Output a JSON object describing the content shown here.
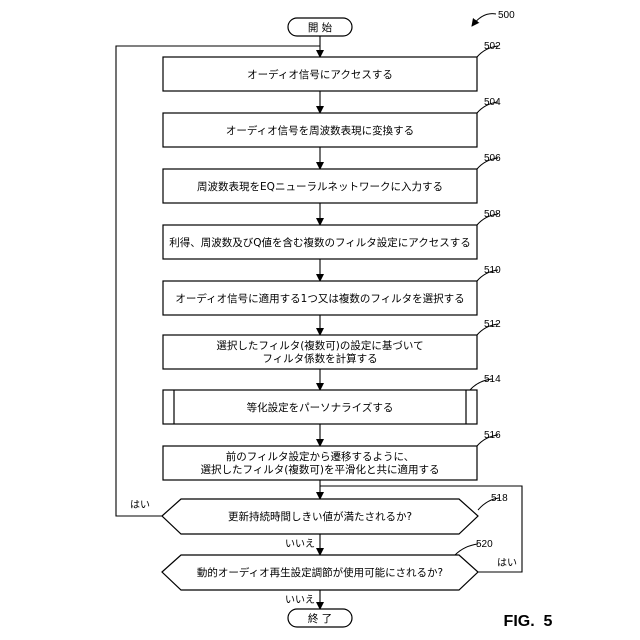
{
  "figure": {
    "number": "500",
    "caption": "FIG.  5"
  },
  "start": "開  始",
  "end": "終  了",
  "steps": [
    {
      "ref": "502",
      "lines": [
        "オーディオ信号にアクセスする"
      ]
    },
    {
      "ref": "504",
      "lines": [
        "オーディオ信号を周波数表現に変換する"
      ]
    },
    {
      "ref": "506",
      "lines": [
        "周波数表現をEQニューラルネットワークに入力する"
      ]
    },
    {
      "ref": "508",
      "lines": [
        "利得、周波数及びQ値を含む複数のフィルタ設定にアクセスする"
      ]
    },
    {
      "ref": "510",
      "lines": [
        "オーディオ信号に適用する1つ又は複数のフィルタを選択する"
      ]
    },
    {
      "ref": "512",
      "lines": [
        "選択したフィルタ(複数可)の設定に基づいて",
        "フィルタ係数を計算する"
      ]
    },
    {
      "ref": "514",
      "lines": [
        "等化設定をパーソナライズする"
      ]
    },
    {
      "ref": "516",
      "lines": [
        "前のフィルタ設定から遷移するように、",
        "選択したフィルタ(複数可)を平滑化と共に適用する"
      ]
    }
  ],
  "decisions": [
    {
      "ref": "518",
      "text": "更新持続時間しきい値が満たされるか?",
      "yes": "はい",
      "no": "いいえ"
    },
    {
      "ref": "520",
      "text": "動的オーディオ再生設定調節が使用可能にされるか?",
      "yes": "はい",
      "no": "いいえ"
    }
  ]
}
